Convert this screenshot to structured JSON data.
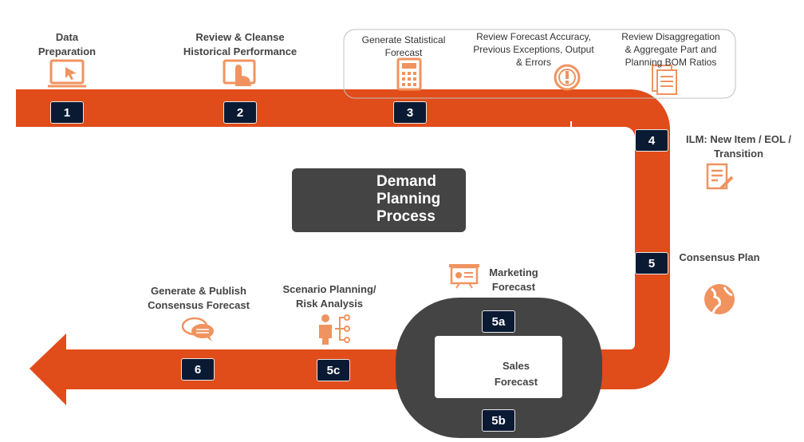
{
  "diagram": {
    "title": "Demand Planning Process",
    "title_lines": [
      "Demand",
      "Planning",
      "Process"
    ],
    "colors": {
      "flow": "#e04c1a",
      "badge": "#0b1a33",
      "icon": "#f0935f",
      "dark": "#444444"
    },
    "steps": [
      {
        "id": "1",
        "lines": [
          "Data",
          "Preparation"
        ],
        "icon": "monitor-cursor-icon"
      },
      {
        "id": "2",
        "lines": [
          "Review & Cleanse",
          "Historical Performance"
        ],
        "icon": "touch-screen-icon"
      },
      {
        "id": "3",
        "lines": [
          "Generate Statistical",
          "Forecast"
        ],
        "icon": "calculator-icon"
      },
      {
        "id": "",
        "lines": [
          "Review Forecast Accuracy,",
          "Previous Exceptions, Output",
          "& Errors"
        ],
        "icon": "alert-icon"
      },
      {
        "id": "",
        "lines": [
          "Review Disaggregation",
          "& Aggregate Part and",
          "Planning BOM Ratios"
        ],
        "icon": "documents-icon"
      },
      {
        "id": "4",
        "lines": [
          "ILM: New Item / EOL /",
          "Transition"
        ],
        "icon": "document-edit-icon"
      },
      {
        "id": "5",
        "lines": [
          "Consensus Plan"
        ],
        "icon": "globe-icon"
      },
      {
        "id": "5a",
        "lines": [
          "Marketing",
          "Forecast"
        ],
        "icon": "presentation-icon"
      },
      {
        "id": "5b",
        "lines": [
          "Sales",
          "Forecast"
        ],
        "icon": "growth-chart-icon"
      },
      {
        "id": "5c",
        "lines": [
          "Scenario Planning/",
          "Risk Analysis"
        ],
        "icon": "org-chart-icon"
      },
      {
        "id": "6",
        "lines": [
          "Generate & Publish",
          "Consensus Forecast"
        ],
        "icon": "chat-bubbles-icon"
      }
    ]
  }
}
